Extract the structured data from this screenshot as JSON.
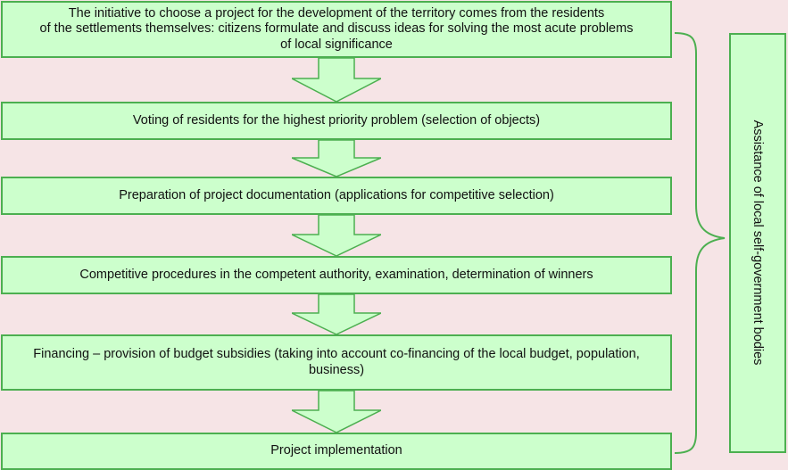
{
  "steps": [
    {
      "line1": "The initiative to choose a project for the development of the territory comes from the residents",
      "line2": "of the settlements themselves: citizens formulate and discuss ideas for solving the most acute problems",
      "line3": "of local significance"
    },
    {
      "text": "Voting of residents for the highest priority problem (selection of objects)"
    },
    {
      "text": "Preparation of project documentation (applications for competitive selection)"
    },
    {
      "text": "Competitive procedures in the competent authority, examination, determination of winners"
    },
    {
      "line1": "Financing – provision of budget subsidies (taking into account co-financing of the local budget, population,",
      "line2": "business)"
    },
    {
      "text": "Project implementation"
    }
  ],
  "side_label": "Assistance of local self-government bodies",
  "colors": {
    "box_fill": "#ccffcc",
    "box_border": "#4caf50",
    "background": "#f6e4e6"
  }
}
